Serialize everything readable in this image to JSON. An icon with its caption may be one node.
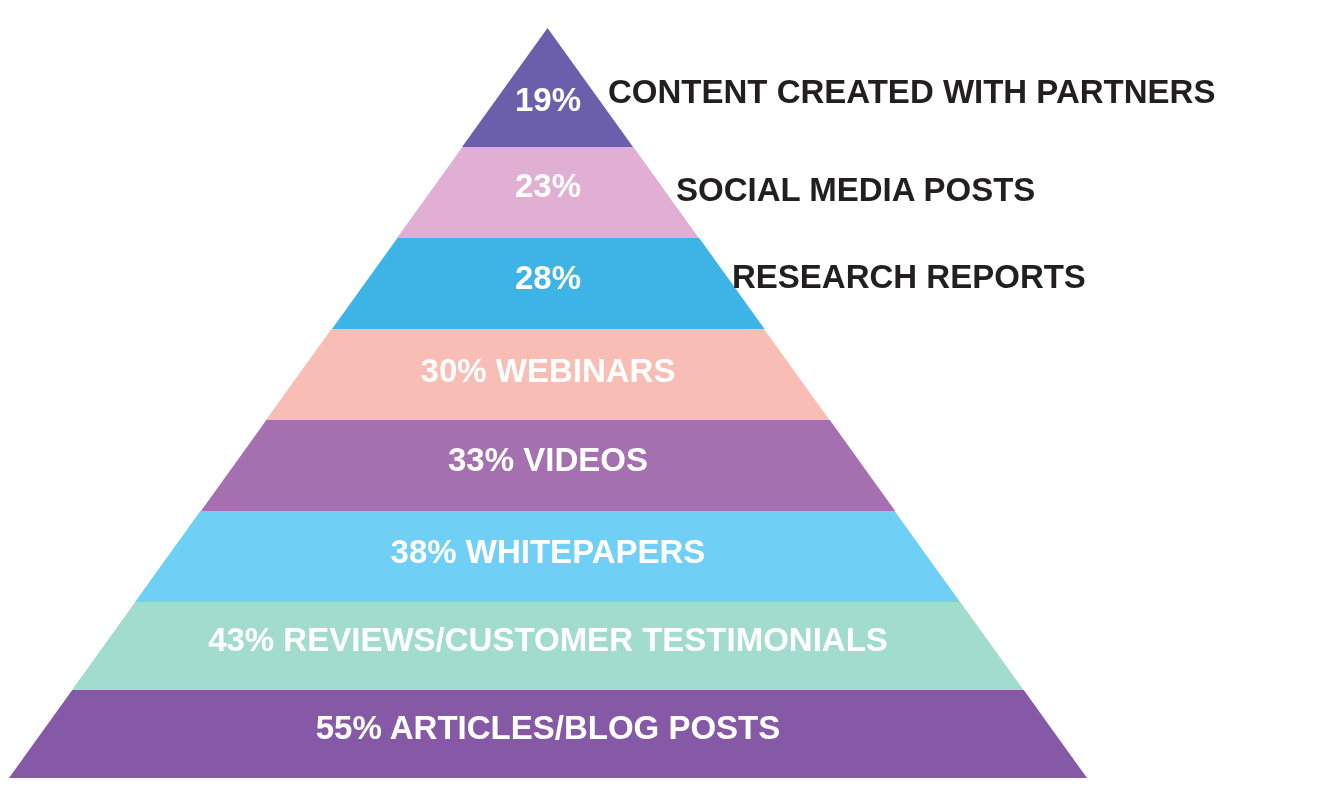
{
  "diagram": {
    "nodes": [
      {
        "text": [
          "19%"
        ],
        "beside": [
          "CONTENT CREATED WITH PARTNERS"
        ]
      },
      {
        "text": [
          "23%"
        ],
        "beside": [
          "SOCIAL MEDIA POSTS"
        ]
      },
      {
        "text": [
          "28%"
        ],
        "beside": [
          "RESEARCH REPORTS"
        ]
      },
      {
        "text": [
          "30% WEBINARS"
        ]
      },
      {
        "text": [
          "33% VIDEOS"
        ]
      },
      {
        "text": [
          "38% WHITEPAPERS"
        ]
      },
      {
        "text": [
          "43% REVIEWS/CUSTOMER TESTIMONIALS"
        ]
      },
      {
        "text": [
          "55% ARTICLES/BLOG POSTS"
        ]
      }
    ]
  }
}
